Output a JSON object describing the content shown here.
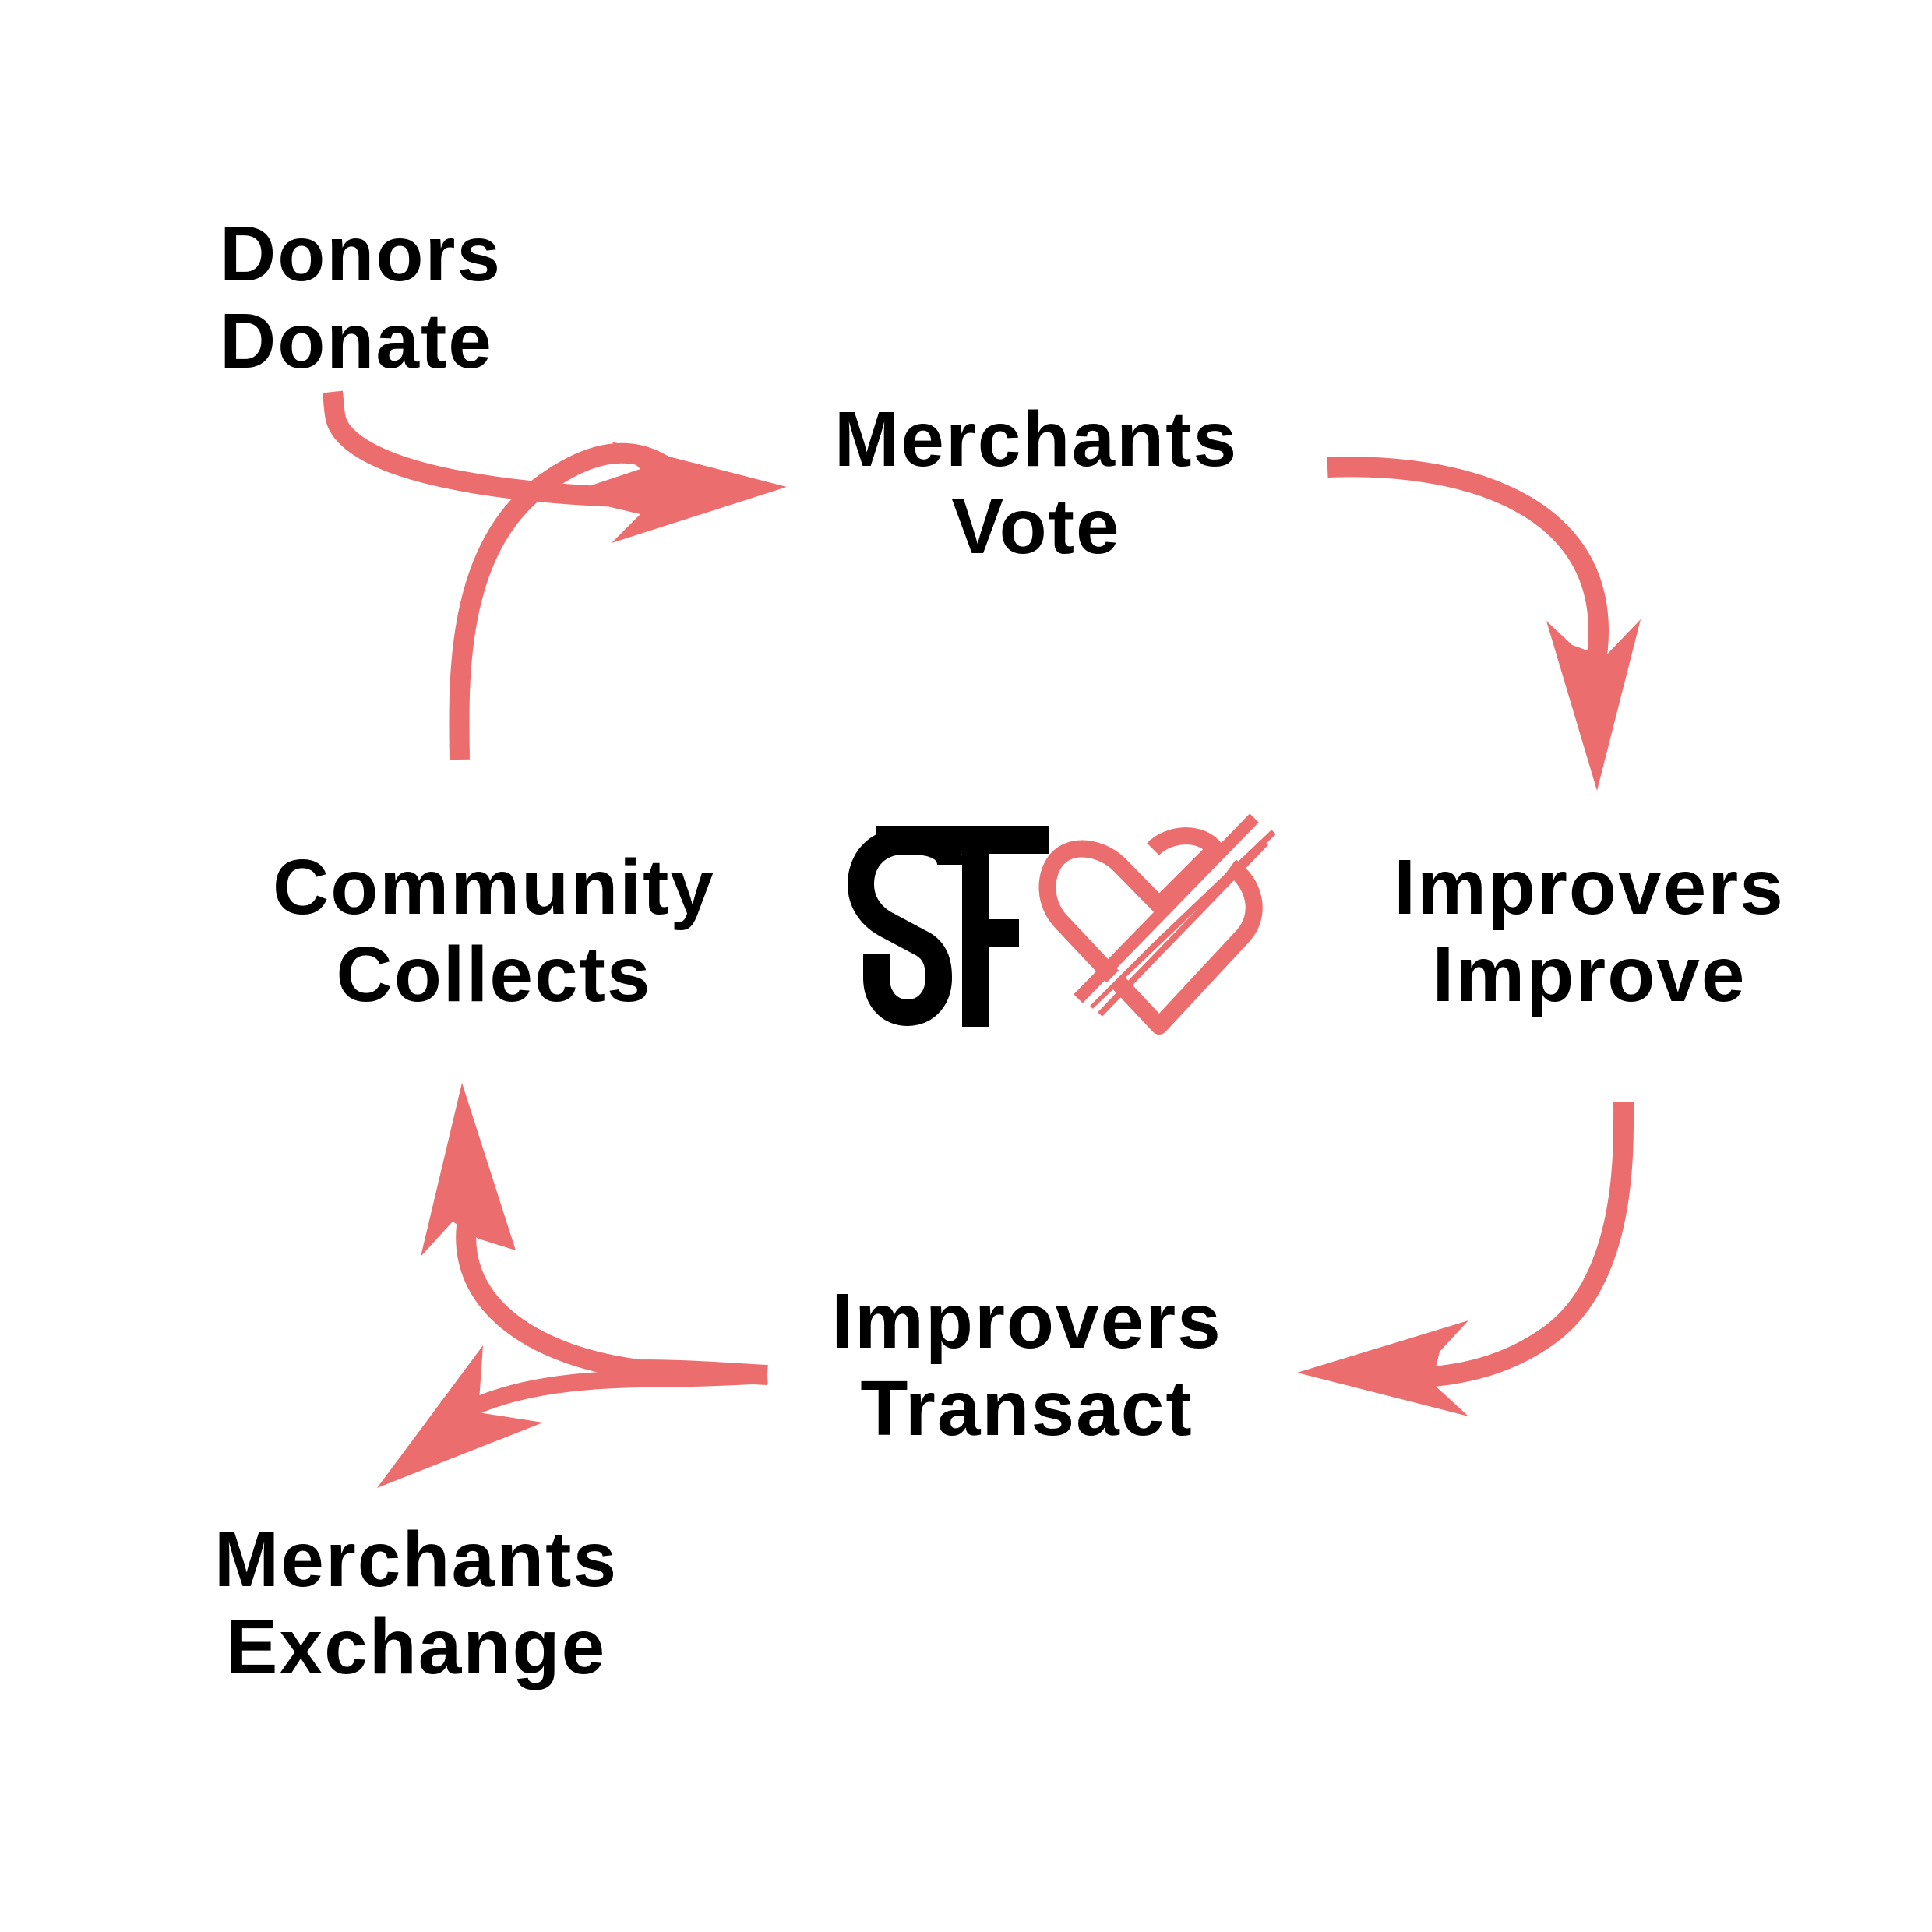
{
  "colors": {
    "arrow": "#EB6D6E",
    "text": "#000000",
    "background": "#FFFFFF",
    "logo_letters": "#000000",
    "logo_heart": "#EB6D6E"
  },
  "logo": {
    "letters": "SF",
    "icon": "heart-icon"
  },
  "nodes": {
    "donors_donate": {
      "line1": "Donors",
      "line2": "Donate"
    },
    "merchants_vote": {
      "line1": "Merchants",
      "line2": "Vote"
    },
    "improvers_improve": {
      "line1": "Improvers",
      "line2": "Improve"
    },
    "improvers_transact": {
      "line1": "Improvers",
      "line2": "Transact"
    },
    "community_collects": {
      "line1": "Community",
      "line2": "Collects"
    },
    "merchants_exchange": {
      "line1": "Merchants",
      "line2": "Exchange"
    }
  },
  "edges": [
    {
      "from": "Donors Donate",
      "to": "Merchants Vote"
    },
    {
      "from": "Community Collects",
      "to": "Merchants Vote"
    },
    {
      "from": "Merchants Vote",
      "to": "Improvers Improve"
    },
    {
      "from": "Improvers Improve",
      "to": "Improvers Transact"
    },
    {
      "from": "Improvers Transact",
      "to": "Community Collects"
    },
    {
      "from": "Improvers Transact",
      "to": "Merchants Exchange"
    }
  ]
}
